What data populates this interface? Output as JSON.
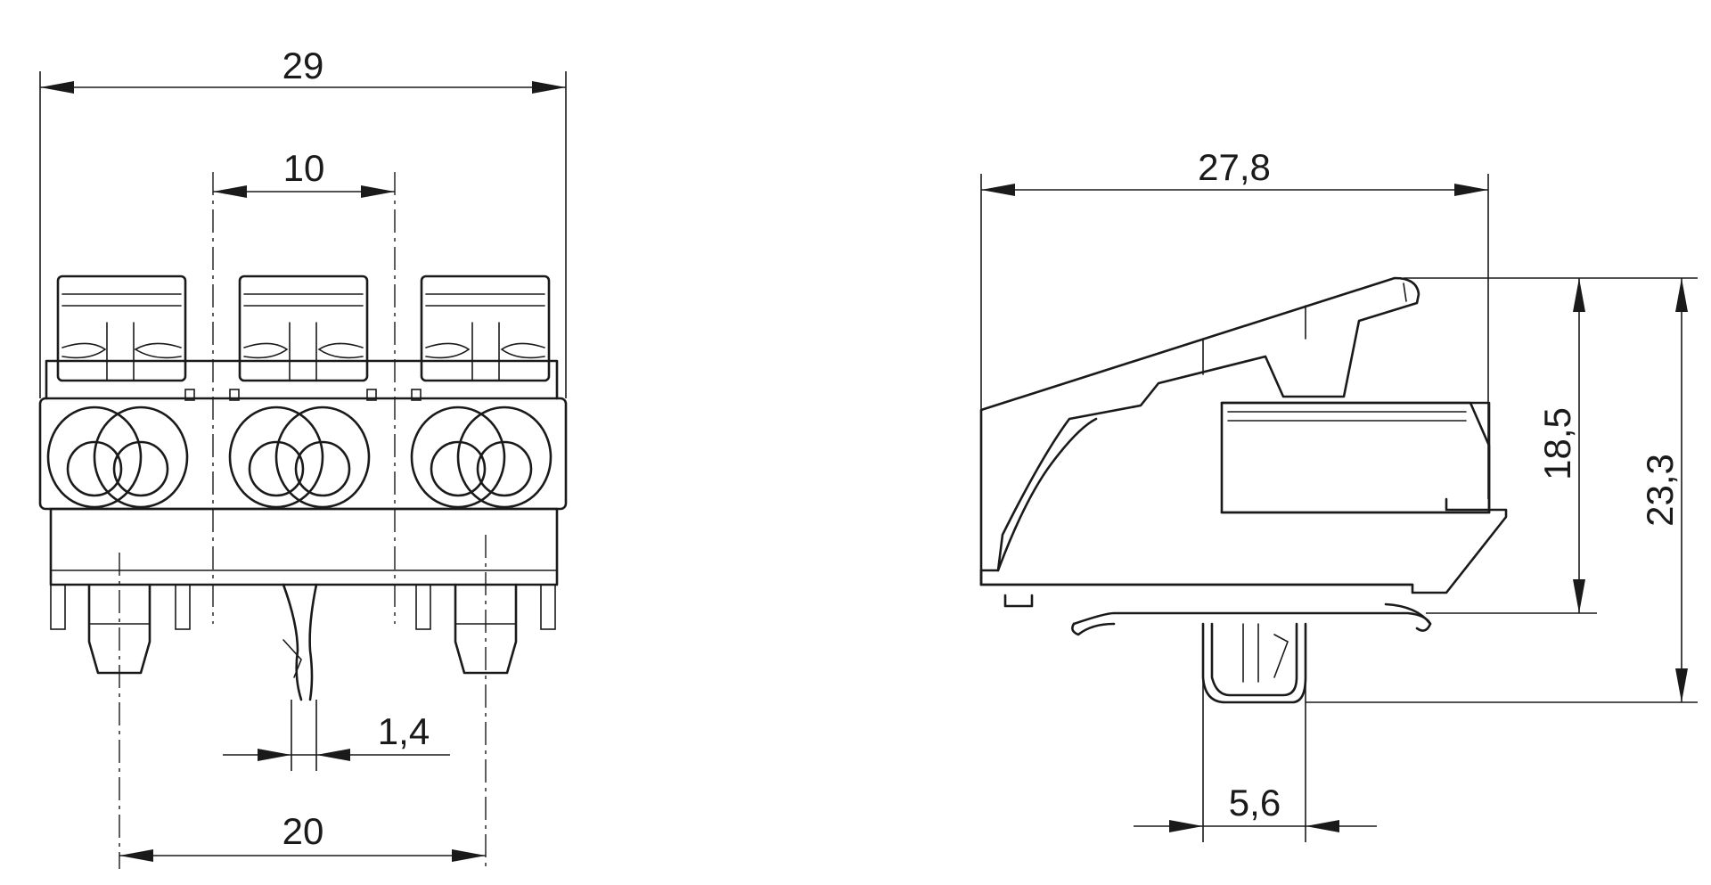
{
  "front_view": {
    "dimensions": {
      "overall_width": "29",
      "pitch": "10",
      "pin_width": "1,4",
      "pin_spacing": "20"
    }
  },
  "side_view": {
    "dimensions": {
      "depth": "27,8",
      "height_body": "18,5",
      "height_total": "23,3",
      "pin_length": "5,6"
    }
  }
}
